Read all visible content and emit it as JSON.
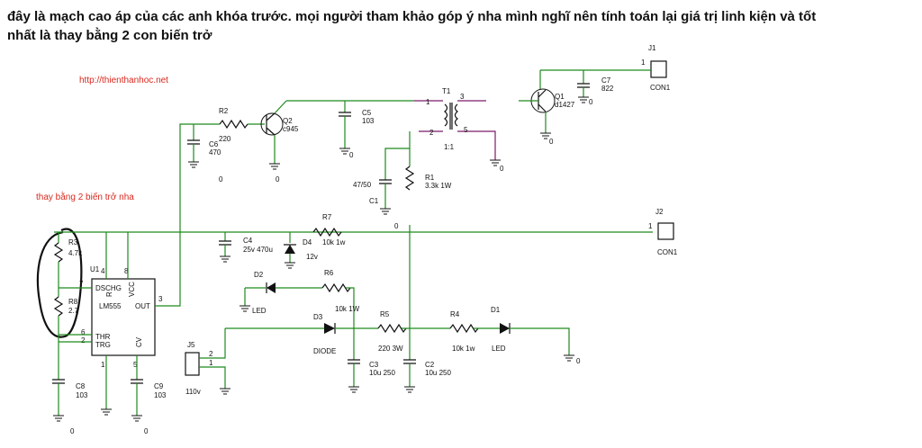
{
  "header": {
    "line1": "đây là mạch cao áp của các anh khóa trước. mọi người tham khảo góp ý nha mình nghĩ nên tính toán lại giá trị linh kiện và tốt",
    "line2": "nhất là thay bằng 2 con biến trở"
  },
  "annotations": {
    "url": "http://thienthanhoc.net",
    "note": "thay bằng 2 biến trở nha"
  },
  "components": {
    "J1": {
      "ref": "J1",
      "pin": "1",
      "name": "CON1"
    },
    "J2": {
      "ref": "J2",
      "pin": "1",
      "name": "CON1"
    },
    "J5": {
      "ref": "J5",
      "pin1": "1",
      "pin2": "2",
      "name": "110v"
    },
    "Q1": {
      "ref": "Q1",
      "part": "d1427"
    },
    "Q2": {
      "ref": "Q2",
      "part": "c945"
    },
    "T1": {
      "ref": "T1",
      "ratio": "1:1",
      "p1": "1",
      "p2": "2",
      "p3": "3",
      "p5": "5"
    },
    "R1": {
      "ref": "R1",
      "value": "3.3k 1W"
    },
    "R2": {
      "ref": "R2",
      "value": "220"
    },
    "R3": {
      "ref": "R3",
      "value": "4.7k"
    },
    "R4": {
      "ref": "R4",
      "value": "10k 1w"
    },
    "R5": {
      "ref": "R5",
      "value": "220 3W"
    },
    "R6": {
      "ref": "R6",
      "value": "10k 1W"
    },
    "R7": {
      "ref": "R7",
      "value": "10k 1w"
    },
    "R8": {
      "ref": "R8",
      "value": "2.7"
    },
    "C1": {
      "ref": "C1",
      "value": "47/50"
    },
    "C2": {
      "ref": "C2",
      "value": "10u 250"
    },
    "C3": {
      "ref": "C3",
      "value": "10u 250"
    },
    "C4": {
      "ref": "C4",
      "value": "25v 470u"
    },
    "C5": {
      "ref": "C5",
      "value": "103"
    },
    "C6": {
      "ref": "C6",
      "value": "470"
    },
    "C7": {
      "ref": "C7",
      "value": "822"
    },
    "C8": {
      "ref": "C8",
      "value": "103"
    },
    "C9": {
      "ref": "C9",
      "value": "103"
    },
    "D1": {
      "ref": "D1",
      "value": "LED"
    },
    "D2": {
      "ref": "D2",
      "value": "LED"
    },
    "D3": {
      "ref": "D3",
      "value": "DIODE"
    },
    "D4": {
      "ref": "D4",
      "value": "12v"
    },
    "U1": {
      "ref": "U1",
      "part": "LM555",
      "dschg": "DSCHG",
      "vcc": "VCC",
      "out": "OUT",
      "thr": "THR",
      "trg": "TRG",
      "cv": "CV",
      "rst": "R",
      "p1": "1",
      "p2": "2",
      "p3": "3",
      "p4": "4",
      "p5": "5",
      "p6": "6",
      "p7": "7",
      "p8": "8"
    }
  },
  "nodes": {
    "zero": "0"
  }
}
